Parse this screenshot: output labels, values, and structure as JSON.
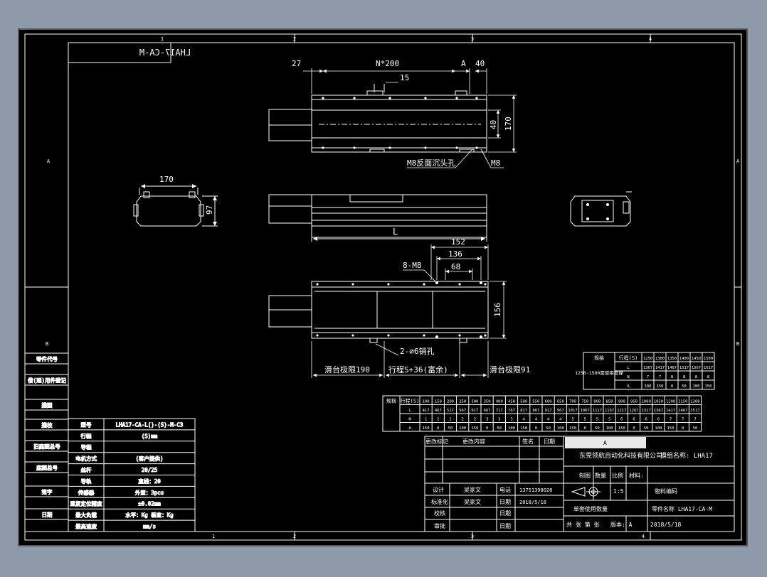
{
  "colors": {
    "background": "#8e9aaa",
    "paper": "#000000",
    "line": "#ffffff",
    "title_fill": "#e8e8e8"
  },
  "frame": {
    "top_zones": [
      "1",
      "2",
      "3",
      "4"
    ],
    "bottom_zones": [
      "1",
      "2",
      "3",
      "4"
    ],
    "left_zones": [
      "A",
      "B"
    ],
    "right_zones": [
      "A",
      "B"
    ]
  },
  "part_code_mirrored": "LHA17-CA-M",
  "dims": {
    "top_27": "27",
    "top_n200": "N*200",
    "top_a": "A",
    "top_40": "40",
    "top_15": "15",
    "top_40v": "40",
    "top_170v": "170",
    "callout_m8_counterbore": "M8反面沉头孔",
    "callout_m8": "M8",
    "side_170": "170",
    "side_97": "97",
    "side_L": "L",
    "bot_152": "152",
    "bot_136": "136",
    "bot_68": "68",
    "bot_8m8": "8-M8",
    "bot_156": "156",
    "bot_pin": "2-∅6销孔",
    "slide_limit_190": "滑台极限190",
    "stroke": "行程S+36(富余)",
    "slide_limit_91": "滑台极限91"
  },
  "left_strip": [
    "零件代号",
    "借(通)用件登记",
    "描图",
    "描校",
    "旧底图总号",
    "底图总号",
    "签字",
    "日期"
  ],
  "spec_table": [
    [
      "型号",
      "LHA17-CA-L()-(S)-M-C3"
    ],
    [
      "行程",
      "(S)mm"
    ],
    [
      "导程",
      ""
    ],
    [
      "电机方式",
      "(客户提供)"
    ],
    [
      "丝杆",
      "20/25"
    ],
    [
      "导轨",
      "直线：20"
    ],
    [
      "传感器",
      "外置：3pcs"
    ],
    [
      "重复定位精度",
      "±0.02mm"
    ],
    [
      "最大负载",
      "水平：Kg    垂直：Kg"
    ],
    [
      "最高速度",
      "mm/s"
    ]
  ],
  "stroke_table_small": {
    "headers": [
      "规格",
      "行程(S)",
      "1250",
      "1300",
      "1350",
      "1400",
      "1450",
      "1500"
    ],
    "rows": [
      [
        "",
        "L",
        "1367",
        "1417",
        "1467",
        "1517",
        "1567",
        "1617"
      ],
      [
        "1250-1500需使用支撑",
        "N",
        "7",
        "7",
        "8",
        "8",
        "8",
        "8"
      ],
      [
        "",
        "A",
        "100",
        "150",
        "0",
        "50",
        "100",
        "150"
      ]
    ]
  },
  "stroke_table_large": {
    "headers": [
      "规格",
      "行程(S)",
      "100",
      "150",
      "200",
      "250",
      "300",
      "350",
      "400",
      "450",
      "500",
      "550",
      "600",
      "650",
      "700",
      "750",
      "800",
      "850",
      "900",
      "950",
      "1000",
      "1050",
      "1100",
      "1150",
      "1200"
    ],
    "rows": [
      [
        "",
        "L",
        "417",
        "467",
        "517",
        "567",
        "617",
        "667",
        "717",
        "767",
        "817",
        "867",
        "917",
        "967",
        "1017",
        "1067",
        "1117",
        "1167",
        "1217",
        "1267",
        "1317",
        "1367",
        "1417",
        "1467",
        "1517"
      ],
      [
        "",
        "N",
        "1",
        "2",
        "2",
        "2",
        "2",
        "3",
        "3",
        "3",
        "4",
        "4",
        "4",
        "4",
        "5",
        "5",
        "5",
        "5",
        "6",
        "6",
        "6",
        "6",
        "7",
        "7",
        "7"
      ],
      [
        "",
        "A",
        "150",
        "0",
        "50",
        "100",
        "150",
        "0",
        "50",
        "100",
        "150",
        "0",
        "50",
        "100",
        "150",
        "0",
        "50",
        "100",
        "150",
        "0",
        "50",
        "100",
        "150",
        "0",
        "50"
      ]
    ]
  },
  "title_block": {
    "revision_header": [
      "更改标记",
      "更改内容",
      "签名",
      "日期"
    ],
    "mark_a": "A",
    "company": "东莞领航自动化科技有限公司",
    "product_name": "模组名称: LHA17",
    "drawn_by": "制图",
    "qty": "数量",
    "scale": "比例",
    "material": "材料:",
    "scale_value": "1:5",
    "part_no_label": "物料编码",
    "design": "设计",
    "designer": "吴家文",
    "phone_label": "电话",
    "phone": "13751398028",
    "standardize": "标准化",
    "standardizer": "吴家文",
    "date_label": "日期",
    "date": "2018/5/18",
    "proofread": "校核",
    "date_label2": "日期",
    "audit": "审批",
    "date_label3": "日期",
    "unit_qty": "单套使用数量",
    "part_name": "零件名称 LHA17-CA-M",
    "sheets": "共  张  第  张",
    "version": "版本: A",
    "version_date": "2018/5/18"
  }
}
